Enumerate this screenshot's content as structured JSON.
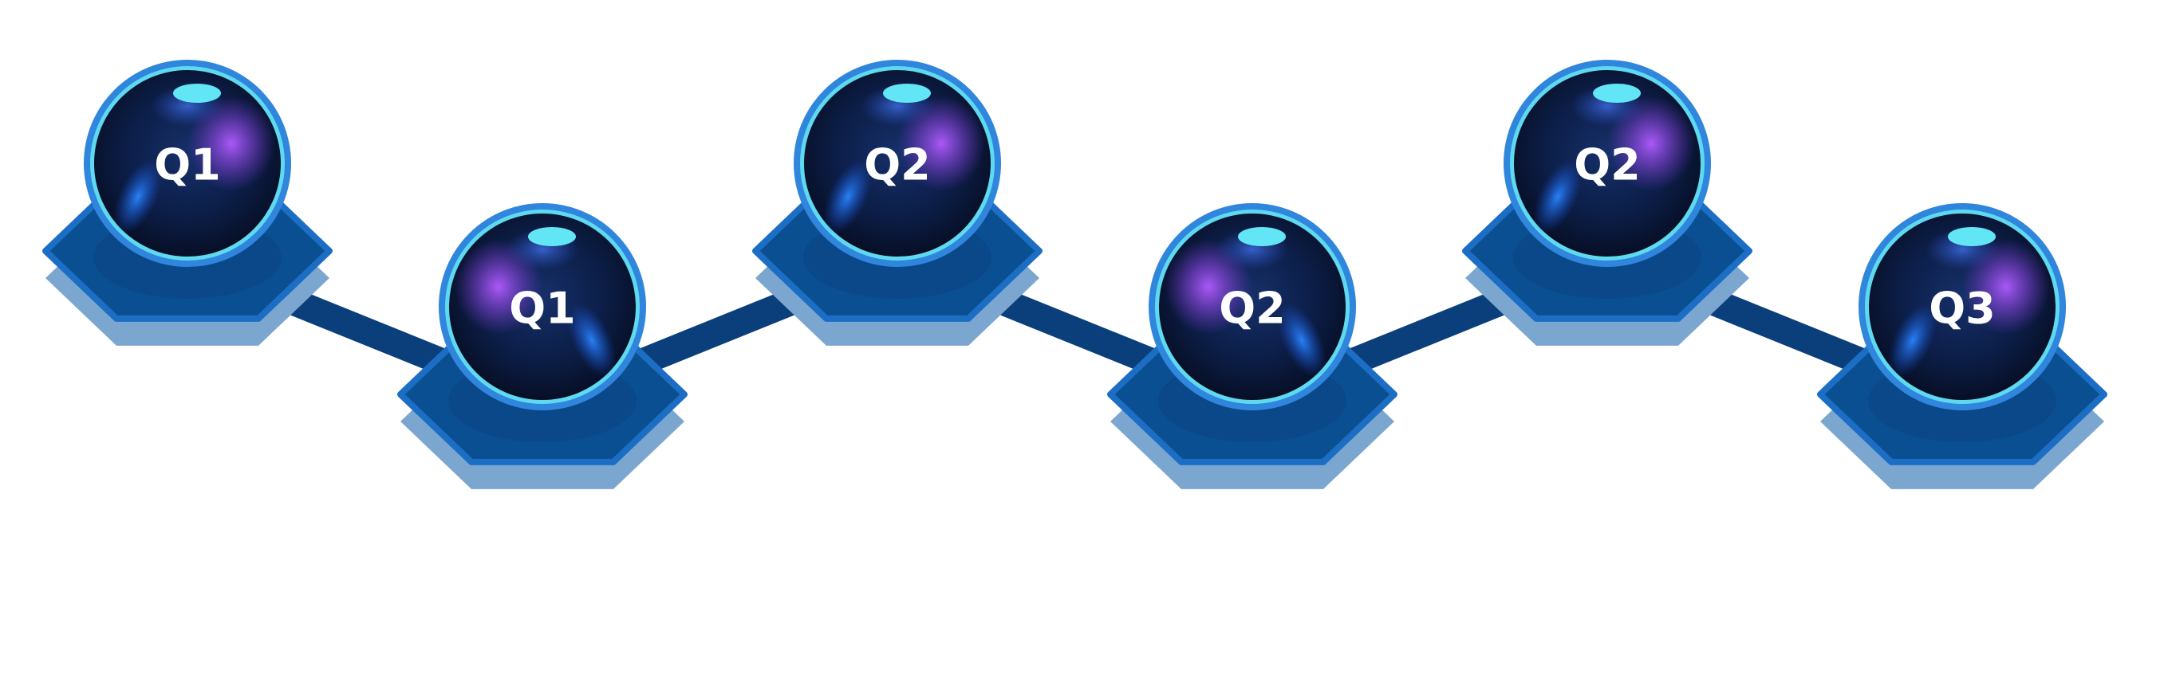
{
  "colors": {
    "platform_top": "#0a4f92",
    "platform_edge": "#1c6ec4",
    "platform_side": "#7ba6cf",
    "connector": "#0b3f7c",
    "orb_ring": "#2f86dc",
    "orb_core": "#0a1838",
    "orb_glow_purple": "#9a45f0",
    "orb_glow_blue": "#1f6ff0",
    "orb_highlight": "#62e6f6",
    "label_text": "#ffffff"
  },
  "steps": [
    {
      "label": "Q1",
      "level": "high"
    },
    {
      "label": "Q1",
      "level": "low"
    },
    {
      "label": "Q2",
      "level": "high"
    },
    {
      "label": "Q2",
      "level": "low"
    },
    {
      "label": "Q2",
      "level": "high"
    },
    {
      "label": "Q3",
      "level": "low"
    }
  ]
}
